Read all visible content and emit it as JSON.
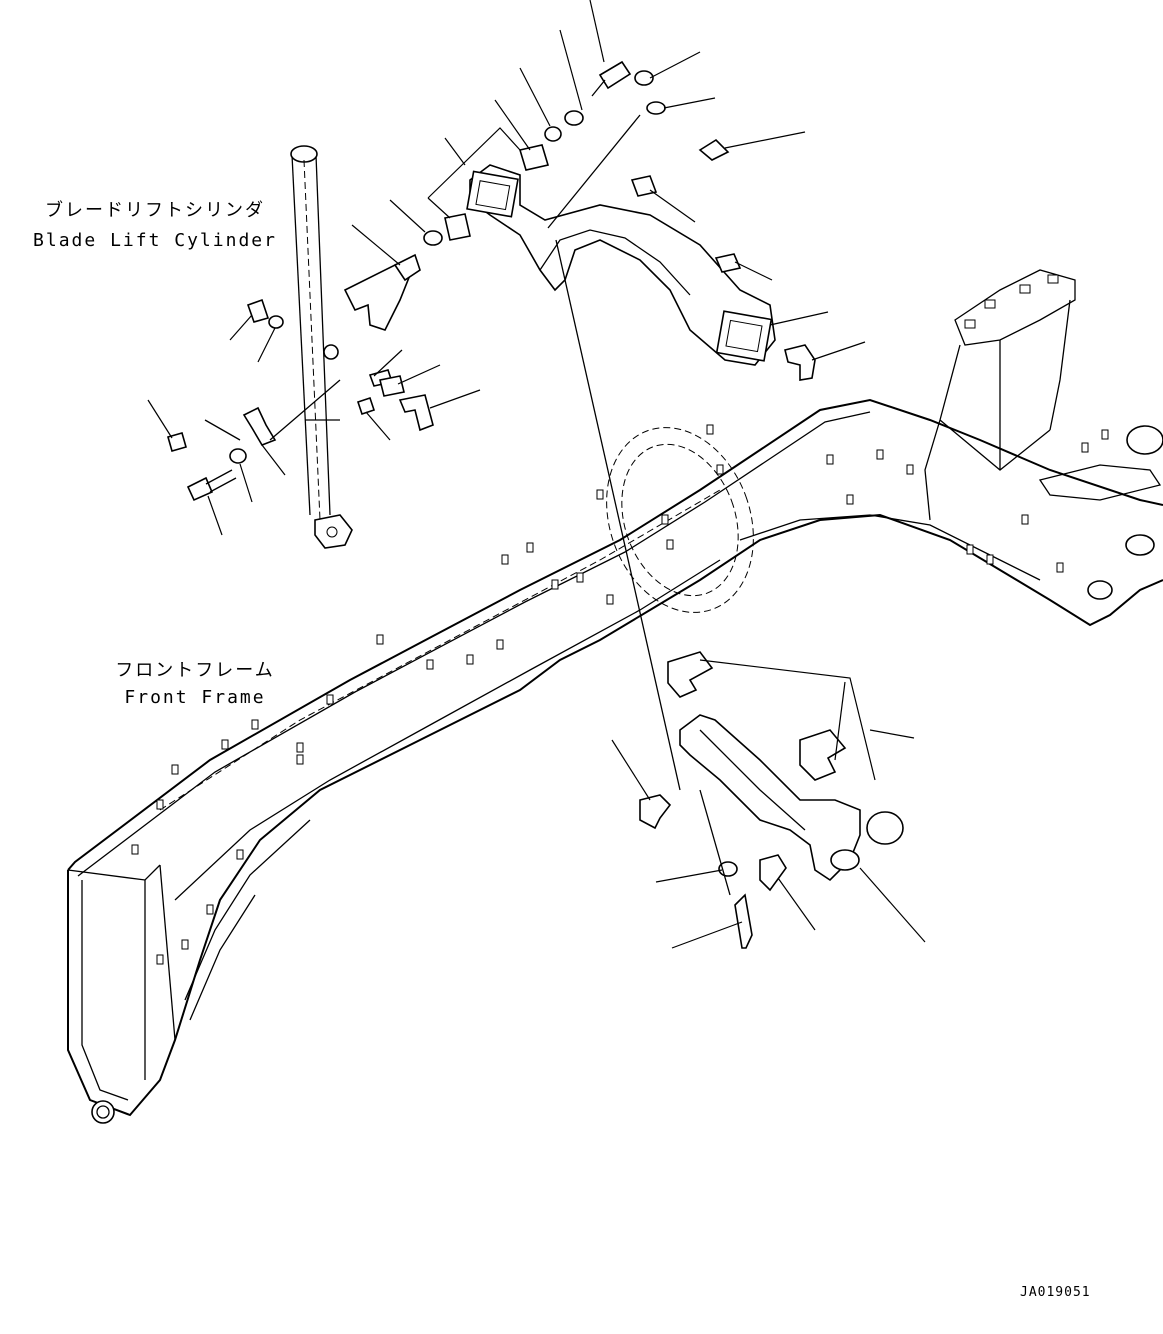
{
  "drawing": {
    "labels": {
      "blade_lift_cylinder_jp": "ブレードリフトシリンダ",
      "blade_lift_cylinder_en": "Blade Lift Cylinder",
      "front_frame_jp": "フロントフレーム",
      "front_frame_en": "Front Frame"
    },
    "drawing_code": "JA019051"
  }
}
